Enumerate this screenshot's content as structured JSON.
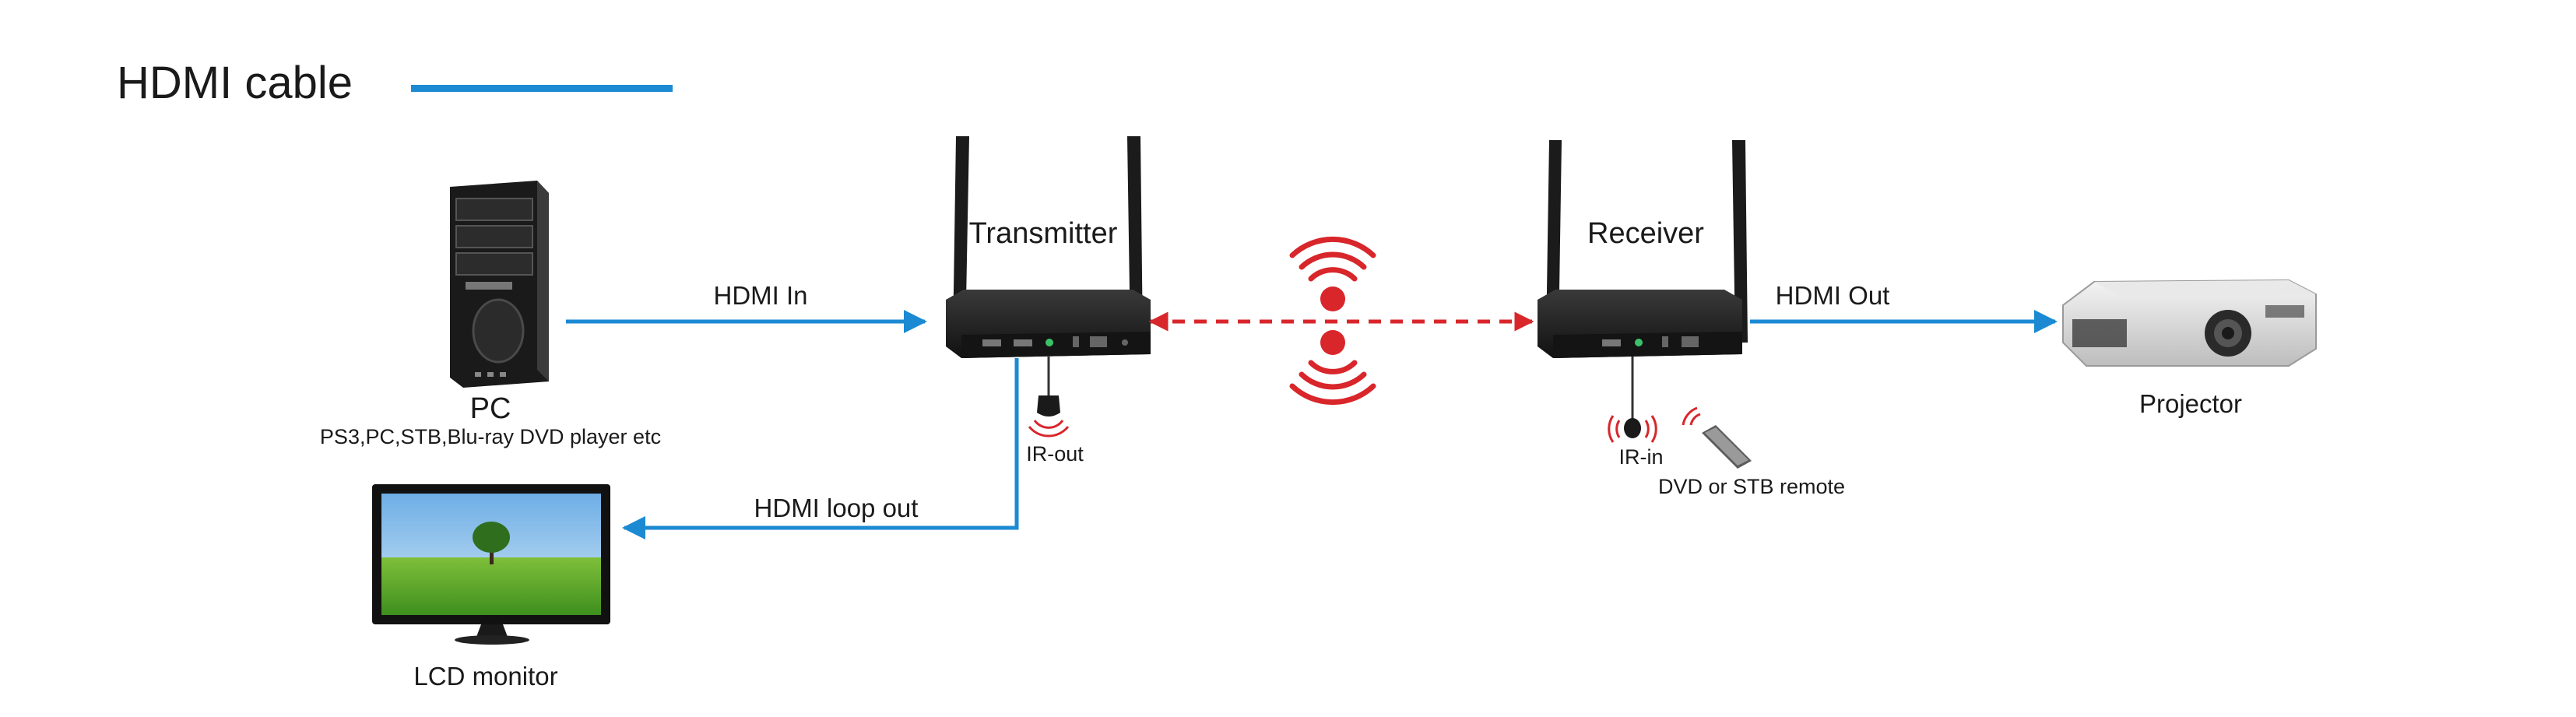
{
  "legend": {
    "title": "HDMI cable",
    "line_color": "#1b8ad3"
  },
  "devices": {
    "source": {
      "name": "PC",
      "subtitle": "PS3,PC,STB,Blu-ray DVD player etc"
    },
    "transmitter": {
      "name": "Transmitter",
      "ir_label": "IR-out"
    },
    "receiver": {
      "name": "Receiver",
      "ir_label": "IR-in"
    },
    "remote": {
      "label": "DVD or STB remote"
    },
    "projector": {
      "name": "Projector"
    },
    "monitor": {
      "name": "LCD monitor"
    }
  },
  "links": {
    "hdmi_in": "HDMI In",
    "hdmi_out": "HDMI  Out",
    "hdmi_loop_out": "HDMI loop out"
  },
  "colors": {
    "hdmi": "#1b8ad3",
    "wireless": "#d8262b",
    "device": "#1c1c1c"
  },
  "icons": [
    "pc-tower-icon",
    "wireless-box-icon",
    "antenna-icon",
    "wireless-signal-icon",
    "ir-sensor-icon",
    "remote-control-icon",
    "projector-icon",
    "lcd-monitor-icon"
  ]
}
